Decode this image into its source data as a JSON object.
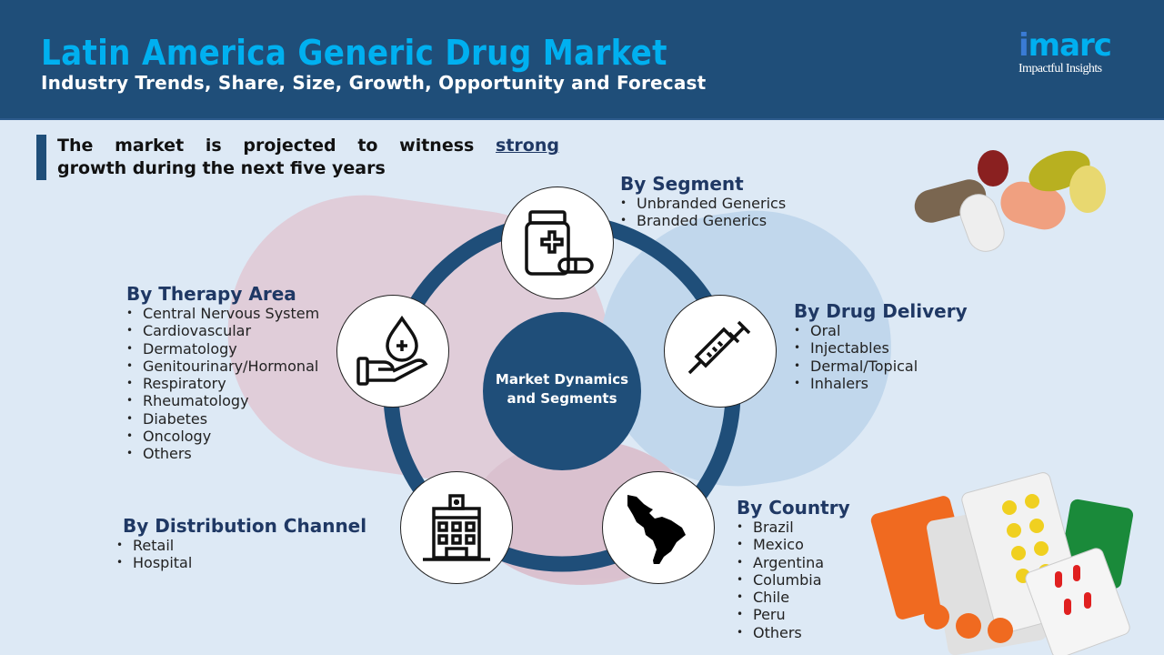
{
  "header": {
    "title": "Latin America Generic Drug Market",
    "subtitle": "Industry Trends, Share, Size, Growth, Opportunity and Forecast"
  },
  "logo": {
    "brand_i": "i",
    "brand_rest": "marc",
    "tagline": "Impactful Insights"
  },
  "callout": {
    "words": [
      "The",
      "market",
      "is",
      "projected",
      "to",
      "witness"
    ],
    "highlight": "strong",
    "line2": "growth during the next five years"
  },
  "center": {
    "line1": "Market Dynamics",
    "line2": "and Segments"
  },
  "colors": {
    "navy": "#1f4e79",
    "accent": "#00b0f0",
    "heading": "#1f3864",
    "background": "#dde9f5"
  },
  "segments": {
    "segment": {
      "title": "By Segment",
      "icon": "medicine-bottle-icon",
      "items": [
        "Unbranded Generics",
        "Branded Generics"
      ]
    },
    "drug_delivery": {
      "title": "By Drug Delivery",
      "icon": "syringe-icon",
      "items": [
        "Oral",
        "Injectables",
        "Dermal/Topical",
        "Inhalers"
      ]
    },
    "therapy_area": {
      "title": "By Therapy Area",
      "icon": "hand-drop-icon",
      "items": [
        "Central Nervous System",
        "Cardiovascular",
        "Dermatology",
        "Genitourinary/Hormonal",
        "Respiratory",
        "Rheumatology",
        "Diabetes",
        "Oncology",
        "Others"
      ]
    },
    "distribution": {
      "title": "By Distribution Channel",
      "icon": "hospital-icon",
      "items": [
        "Retail",
        "Hospital"
      ]
    },
    "country": {
      "title": "By Country",
      "icon": "latin-america-map-icon",
      "items": [
        "Brazil",
        "Mexico",
        "Argentina",
        "Columbia",
        "Chile",
        "Peru",
        "Others"
      ]
    }
  }
}
